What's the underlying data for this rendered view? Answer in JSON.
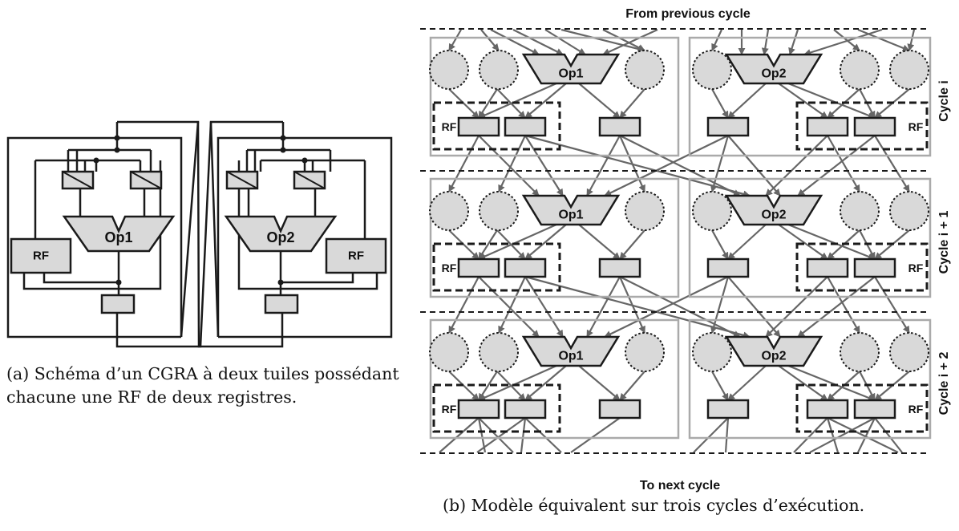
{
  "figure_a": {
    "op_labels": [
      "Op1",
      "Op2"
    ],
    "rf_label": "RF",
    "caption": "(a) Schéma d’un CGRA à deux tuiles possédant chacune une RF de deux registres."
  },
  "figure_b": {
    "top_label": "From previous cycle",
    "bottom_label": "To next cycle",
    "cycle_labels": [
      "Cycle i",
      "Cycle i + 1",
      "Cycle i + 2"
    ],
    "op_labels": [
      "Op1",
      "Op2"
    ],
    "rf_label": "RF",
    "caption": "(b) Modèle équivalent sur trois cycles d’exécution."
  },
  "colors": {
    "stroke_dark": "#1a1a1a",
    "fill_gray": "#d9d9d9",
    "tile_border": "#aaaaaa",
    "edge_gray": "#666666"
  }
}
